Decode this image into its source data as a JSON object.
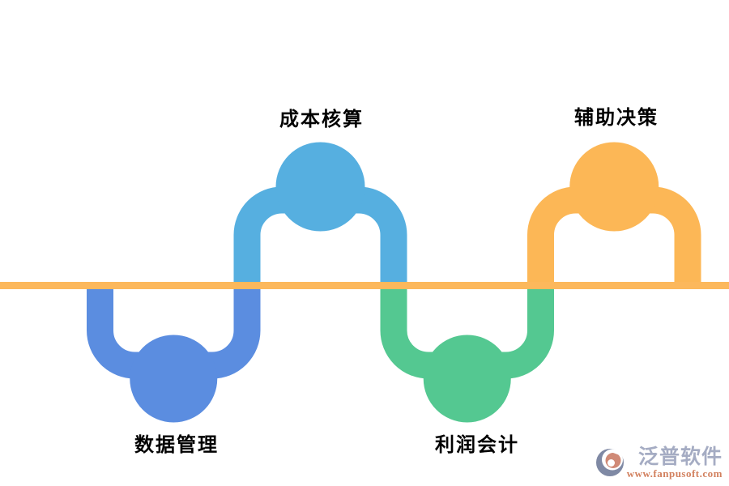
{
  "diagram": {
    "baseline_color": "#FCB85C",
    "steps": [
      {
        "label": "数据管理",
        "position": "bottom",
        "color": "#5B8DE0"
      },
      {
        "label": "成本核算",
        "position": "top",
        "color": "#56AFE0"
      },
      {
        "label": "利润会计",
        "position": "bottom",
        "color": "#54C891"
      },
      {
        "label": "辅助决策",
        "position": "top",
        "color": "#FCB756"
      }
    ]
  },
  "watermark": {
    "brand": "泛普软件",
    "url": "www.fanpusoft.com",
    "brand_color": "#A5ACC3",
    "url_color": "#D2805E",
    "icon_ring_color": "#7F89A4",
    "icon_swirl_color": "#D08A76"
  }
}
